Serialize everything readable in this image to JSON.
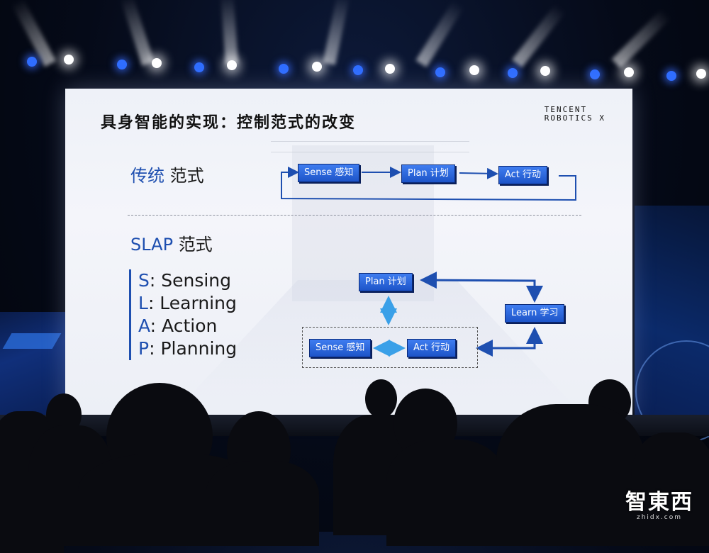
{
  "slide": {
    "title": "具身智能的实现：控制范式的改变",
    "brand_line1": "TENCENT",
    "brand_line2": "ROBOTICS X",
    "traditional_blue": "传统",
    "traditional_black": "范式",
    "slap_blue": "SLAP",
    "slap_black": "范式",
    "traditional_nodes": {
      "sense": "Sense 感知",
      "plan": "Plan 计划",
      "act": "Act 行动"
    },
    "slap_nodes": {
      "plan": "Plan 计划",
      "learn": "Learn 学习",
      "sense": "Sense 感知",
      "act": "Act 行动"
    },
    "acronym": [
      {
        "letter": "S",
        "rest": ": Sensing"
      },
      {
        "letter": "L",
        "rest": ": Learning"
      },
      {
        "letter": "A",
        "rest": ": Action"
      },
      {
        "letter": "P",
        "rest": ": Planning"
      }
    ]
  },
  "watermark": {
    "logo": "智東西",
    "url": "zhidx.com"
  },
  "colors": {
    "accent_blue": "#1e4fb0",
    "node_blue": "#2b63d8",
    "slide_bg": "#eef1f8"
  }
}
